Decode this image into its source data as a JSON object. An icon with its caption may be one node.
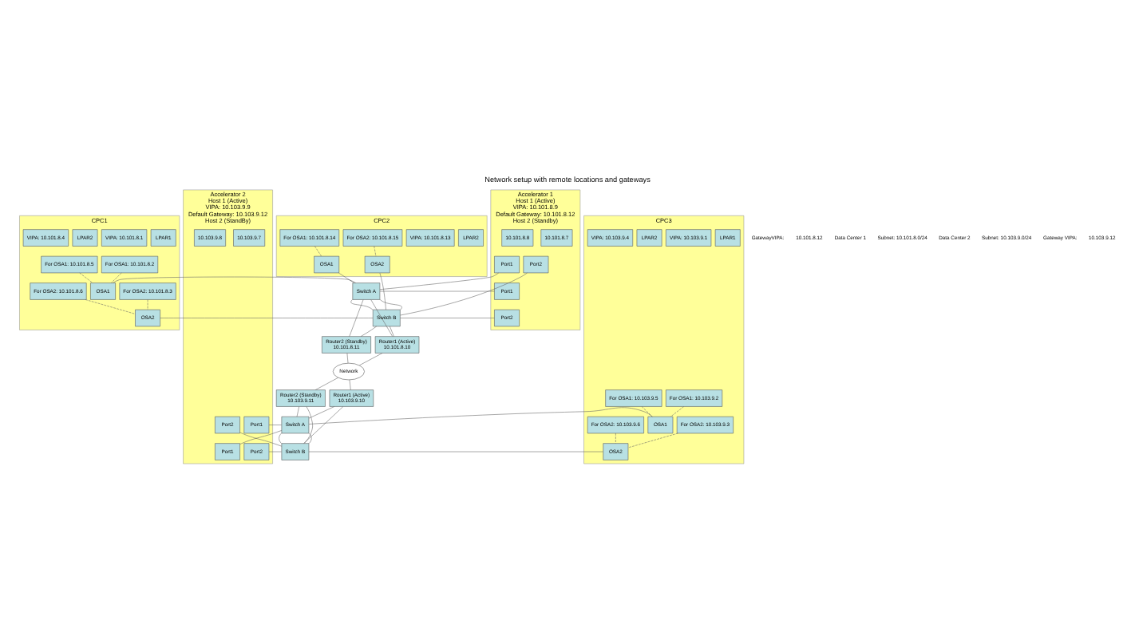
{
  "diagram": {
    "title": "Network setup with remote locations and gateways",
    "nodes": [
      {
        "text": [
          "CPC1"
        ]
      },
      {
        "text": [
          "LPAR1"
        ],
        "in": 0
      },
      {
        "text": [
          "VIPA: 10.101.8.1"
        ],
        "in": 0
      },
      {
        "text": [
          "For OSA1: 10.101.8.2"
        ],
        "in": 0
      },
      {
        "text": [
          "For OSA2: 10.101.8.3"
        ],
        "in": 0
      },
      {
        "text": [
          "LPAR2"
        ],
        "in": 0
      },
      {
        "text": [
          "VIPA: 10.101.8.4"
        ],
        "in": 0
      },
      {
        "text": [
          "For OSA1: 10.101.8.5"
        ],
        "in": 0
      },
      {
        "text": [
          "For OSA2: 10.101.8.6"
        ],
        "in": 0
      },
      {
        "text": [
          "OSA1"
        ],
        "in": 0
      },
      {
        "text": [
          "OSA2"
        ],
        "in": 0
      },
      {
        "text": [
          "CPC2"
        ]
      },
      {
        "text": [
          "LPAR2"
        ],
        "in": 11
      },
      {
        "text": [
          "VIPA: 10.101.8.13"
        ],
        "in": 11
      },
      {
        "text": [
          "For OSA1: 10.101.8.14"
        ],
        "in": 11
      },
      {
        "text": [
          "For OSA2: 10.101.8.15"
        ],
        "in": 11
      },
      {
        "text": [
          "OSA1"
        ],
        "in": 11
      },
      {
        "text": [
          "OSA2"
        ],
        "in": 11
      },
      {
        "text": [
          "Switch A"
        ]
      },
      {
        "text": [
          "Switch B"
        ]
      },
      {
        "text": [
          "Router1 (Active)",
          "10.101.8.10"
        ]
      },
      {
        "text": [
          "Router2 (Standby)",
          "10.101.8.11"
        ]
      },
      {
        "text": [
          "Accelerator 1",
          "Host 1 (Active)",
          "VIPA: 10.101.8.9",
          "Default Gateway: 10.101.8.12",
          "Host 2 (Standby)"
        ]
      },
      {
        "text": [
          "Port1"
        ],
        "in": 22
      },
      {
        "text": [
          "Port2"
        ],
        "in": 22
      },
      {
        "text": [
          "10.101.8.7"
        ],
        "in": 22
      },
      {
        "text": [
          "Port1"
        ],
        "in": 22
      },
      {
        "text": [
          "Port2"
        ],
        "in": 22
      },
      {
        "text": [
          "10.101.8.8"
        ],
        "in": 22
      },
      {
        "text": [
          "Network"
        ]
      },
      {
        "text": [
          "Router1 (Active)",
          "10.103.9.10"
        ]
      },
      {
        "text": [
          "Router2 (Standby)",
          "10.103.9.11"
        ]
      },
      {
        "text": [
          "Switch A"
        ]
      },
      {
        "text": [
          "Switch B"
        ]
      },
      {
        "text": [
          "CPC3"
        ]
      },
      {
        "text": [
          "LPAR1"
        ],
        "in": 34
      },
      {
        "text": [
          "VIPA: 10.103.9.1"
        ],
        "in": 34
      },
      {
        "text": [
          "For OSA1: 10.103.9.2"
        ],
        "in": 34
      },
      {
        "text": [
          "For OSA2: 10.103.9.3"
        ],
        "in": 34
      },
      {
        "text": [
          "LPAR2"
        ],
        "in": 34
      },
      {
        "text": [
          "VIPA: 10.103.9.4"
        ],
        "in": 34
      },
      {
        "text": [
          "For OSA1: 10.103.9.5"
        ],
        "in": 34
      },
      {
        "text": [
          "For OSA2: 10.103.9.6"
        ],
        "in": 34
      },
      {
        "text": [
          "OSA1"
        ],
        "in": 34
      },
      {
        "text": [
          "OSA2"
        ],
        "in": 34
      },
      {
        "text": [
          "Accelerator 2",
          "Host 1 (Active)",
          "VIPA: 10.103.9.9",
          "Default Gateway: 10.103.9.12",
          "Host 2 (StandBy)"
        ]
      },
      {
        "text": [
          "Port1"
        ],
        "in": 45
      },
      {
        "text": [
          "Port2"
        ],
        "in": 45
      },
      {
        "text": [
          "10.103.9.7"
        ],
        "in": 45
      },
      {
        "text": [
          "Port1"
        ],
        "in": 45
      },
      {
        "text": [
          "Port2"
        ],
        "in": 45
      },
      {
        "text": [
          "10.103.9.8"
        ],
        "in": 45
      }
    ],
    "edges": [
      {
        "from": 3,
        "to": 9,
        "arrow": "none",
        "style": "dashed"
      },
      {
        "from": 4,
        "to": 10,
        "arrow": "none",
        "style": "dashed"
      },
      {
        "from": 7,
        "to": 9,
        "arrow": "none",
        "style": "dashed"
      },
      {
        "from": 8,
        "to": 10,
        "arrow": "none",
        "style": "dashed"
      },
      {
        "from": 14,
        "to": 16,
        "arrow": "none",
        "style": "dashed"
      },
      {
        "from": 15,
        "to": 17,
        "arrow": "none",
        "style": "dashed"
      },
      {
        "from": 9,
        "to": 18,
        "arrow": "none"
      },
      {
        "from": 10,
        "to": 19,
        "arrow": "none"
      },
      {
        "from": 16,
        "to": 18,
        "arrow": "none"
      },
      {
        "from": 17,
        "to": 19,
        "arrow": "none"
      },
      {
        "from": 18,
        "to": 19,
        "arrow": "none"
      },
      {
        "from": 18,
        "to": 19,
        "arrow": "none"
      },
      {
        "from": 18,
        "to": 23,
        "arrow": "none"
      },
      {
        "from": 19,
        "to": 24,
        "arrow": "none"
      },
      {
        "from": 18,
        "to": 26,
        "arrow": "none"
      },
      {
        "from": 19,
        "to": 27,
        "arrow": "none"
      },
      {
        "from": 18,
        "to": 20,
        "arrow": "none"
      },
      {
        "from": 19,
        "to": 20,
        "arrow": "none"
      },
      {
        "from": 19,
        "to": 21,
        "arrow": "none"
      },
      {
        "from": 18,
        "to": 21,
        "arrow": "none"
      },
      {
        "from": 20,
        "to": 29,
        "arrow": "none"
      },
      {
        "from": 21,
        "to": 29,
        "arrow": "none"
      },
      {
        "from": 29,
        "to": 30,
        "arrow": "none"
      },
      {
        "from": 29,
        "to": 31,
        "arrow": "none"
      },
      {
        "from": 30,
        "to": 32,
        "arrow": "none"
      },
      {
        "from": 30,
        "to": 33,
        "arrow": "none"
      },
      {
        "from": 31,
        "to": 32,
        "arrow": "none"
      },
      {
        "from": 31,
        "to": 33,
        "arrow": "none"
      },
      {
        "from": 32,
        "to": 33,
        "arrow": "none"
      },
      {
        "from": 32,
        "to": 33,
        "arrow": "none"
      },
      {
        "from": 37,
        "to": 43,
        "arrow": "none",
        "style": "dashed"
      },
      {
        "from": 38,
        "to": 44,
        "arrow": "none",
        "style": "dashed"
      },
      {
        "from": 41,
        "to": 43,
        "arrow": "none",
        "style": "dashed"
      },
      {
        "from": 42,
        "to": 44,
        "arrow": "none",
        "style": "dashed"
      },
      {
        "from": 43,
        "to": 32,
        "arrow": "none"
      },
      {
        "from": 44,
        "to": 33,
        "arrow": "none"
      },
      {
        "from": 32,
        "to": 46,
        "arrow": "none"
      },
      {
        "from": 33,
        "to": 47,
        "arrow": "none"
      },
      {
        "from": 32,
        "to": 49,
        "arrow": "none"
      },
      {
        "from": 33,
        "to": 50,
        "arrow": "none"
      }
    ],
    "labels": [
      "GatewayVIPA:",
      "10.101.8.12",
      "Data Center 1",
      "Subnet: 10.101.8.0/24",
      "Data Center 2",
      "Subnet: 10.103.9.0/24",
      "Gateway VIPA:",
      "10.103.9.12"
    ]
  }
}
